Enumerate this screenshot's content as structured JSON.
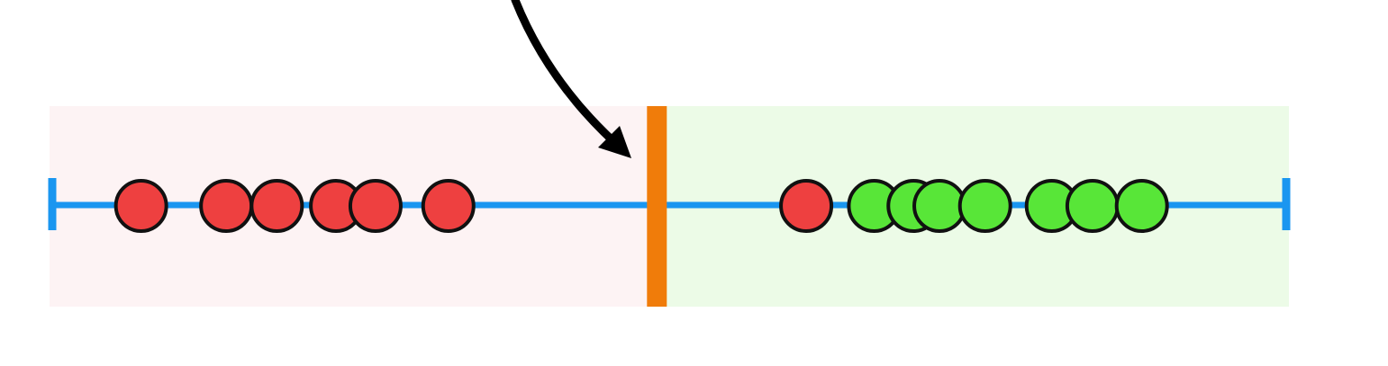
{
  "colors": {
    "left_region": "#fdf3f4",
    "right_region": "#ecfbe7",
    "axis_line": "#1a96f0",
    "threshold": "#f07c0a",
    "red_point": "#ee4040",
    "green_point": "#58e638",
    "outline": "#111111",
    "arrow": "#000000"
  },
  "icons": {
    "arrow": "curved-arrow-icon"
  },
  "diagram": {
    "axis": {
      "min": 0,
      "max": 1
    },
    "threshold": 0.49,
    "points": [
      {
        "value": 0.072,
        "class": "red"
      },
      {
        "value": 0.141,
        "class": "red"
      },
      {
        "value": 0.182,
        "class": "red"
      },
      {
        "value": 0.23,
        "class": "red"
      },
      {
        "value": 0.262,
        "class": "red"
      },
      {
        "value": 0.321,
        "class": "red"
      },
      {
        "value": 0.611,
        "class": "red"
      },
      {
        "value": 0.666,
        "class": "green"
      },
      {
        "value": 0.698,
        "class": "green"
      },
      {
        "value": 0.719,
        "class": "green"
      },
      {
        "value": 0.756,
        "class": "green"
      },
      {
        "value": 0.81,
        "class": "green"
      },
      {
        "value": 0.843,
        "class": "green"
      },
      {
        "value": 0.883,
        "class": "green"
      }
    ]
  }
}
